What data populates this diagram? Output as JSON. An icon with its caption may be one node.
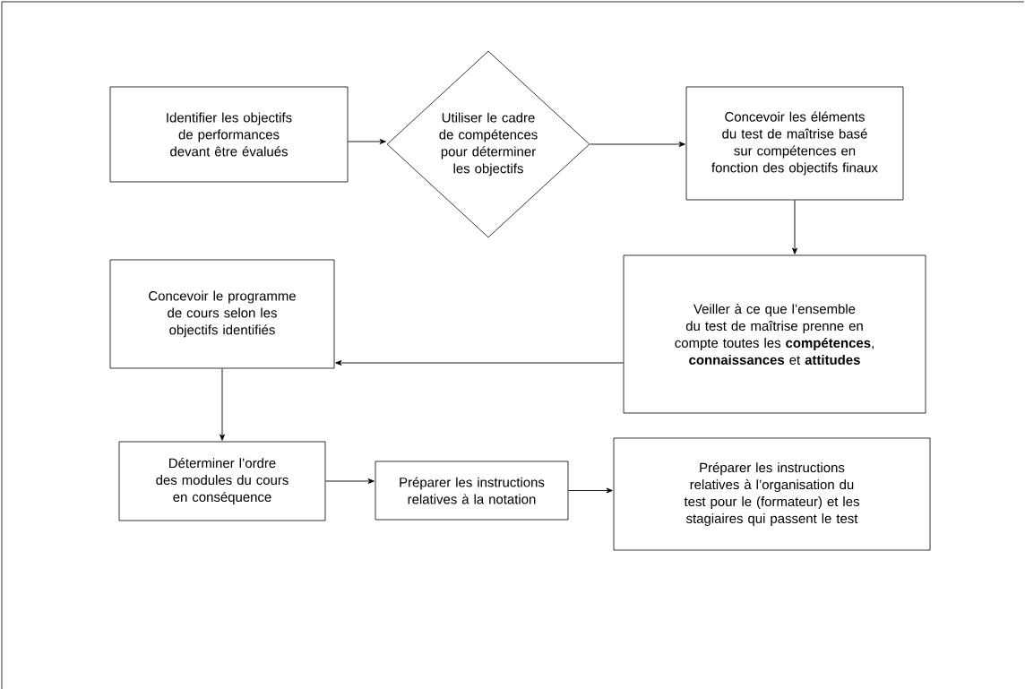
{
  "diagram": {
    "nodes": [
      {
        "text": [
          "Identifier les objectifs de performances devant être évalués"
        ]
      },
      {
        "text": [
          "Utiliser le cadre de compétences pour déterminer les objectifs"
        ]
      },
      {
        "text": [
          "Concevoir les éléments du test de maîtrise basé sur compétences en fonction des objectifs finaux"
        ]
      },
      {
        "text": [
          "Veiller à ce que l’ensemble du test de maîtrise prenne en compte toutes les **compétences**, **connaissances** et **attitudes**"
        ]
      },
      {
        "text": [
          "Concevoir le programme de cours selon les objectifs identifiés"
        ]
      },
      {
        "text": [
          "Déterminer l’ordre des modules du cours en conséquence"
        ]
      },
      {
        "text": [
          "Préparer les instructions relatives à la notation"
        ]
      },
      {
        "text": [
          "Préparer les instructions relatives à l’organisation du test pour le (formateur) et les stagiaires qui passent le test"
        ]
      }
    ],
    "edges": [
      {
        "from": 0,
        "to": 1,
        "arrow": "to"
      },
      {
        "from": 1,
        "to": 2,
        "arrow": "to"
      },
      {
        "from": 2,
        "to": 3,
        "arrow": "to"
      },
      {
        "from": 3,
        "to": 4,
        "arrow": "to"
      },
      {
        "from": 4,
        "to": 5,
        "arrow": "to"
      },
      {
        "from": 5,
        "to": 6,
        "arrow": "to"
      },
      {
        "from": 6,
        "to": 7,
        "arrow": "to"
      }
    ]
  }
}
